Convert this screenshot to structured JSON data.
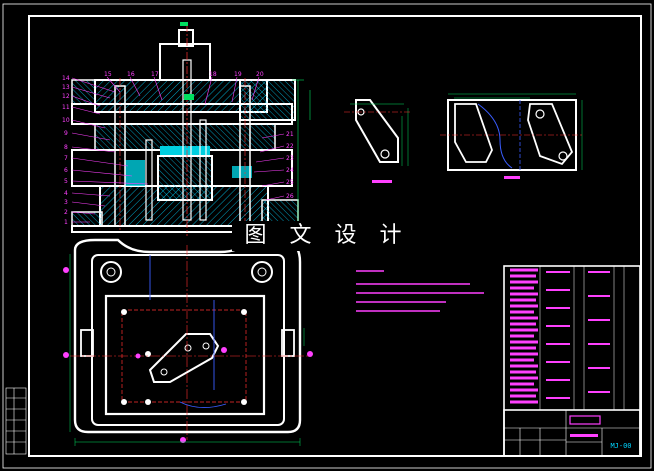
{
  "watermark": "图 文 设 计",
  "drawing_id": "MJ-00",
  "colors": {
    "background": "#000000",
    "outline": "#ffffff",
    "frame": "#ffffff",
    "centerline": "#ff3030",
    "hidden": "#3a5dff",
    "dimension": "#00e060",
    "hatch": "#00d4ff",
    "note": "#ff40ff",
    "leader": "#ff40ff",
    "part_fill": "#00cfe0"
  },
  "part_numbers": {
    "left": [
      "14",
      "13",
      "12",
      "11",
      "10",
      "9",
      "8",
      "7",
      "6",
      "5",
      "4",
      "3",
      "2",
      "1"
    ],
    "top": [
      "15",
      "16",
      "17",
      "18",
      "19",
      "20"
    ],
    "right": [
      "21",
      "22",
      "23",
      "24",
      "25",
      "26"
    ]
  }
}
